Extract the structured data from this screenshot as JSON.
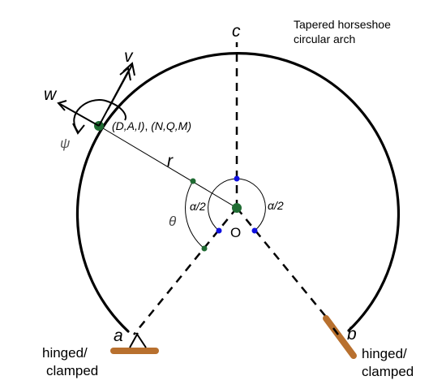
{
  "title_line1": "Tapered horseshoe",
  "title_line2": "circular arch",
  "label_c": "c",
  "label_a": "a",
  "label_b": "b",
  "label_O": "O",
  "label_r": "r",
  "label_v": "v",
  "label_w": "w",
  "label_psi": "ψ",
  "label_theta": "θ",
  "label_alpha_half_left": "α/2",
  "label_alpha_half_right": "α/2",
  "point_label_part1": "(D,A,I)",
  "point_label_sep": ", ",
  "point_label_part2": "(N,Q,M)",
  "support_left_line1": "hinged/",
  "support_left_line2": "clamped",
  "support_right_line1": "hinged/",
  "support_right_line2": "clamped",
  "colors": {
    "arch": "#000000",
    "support": "#b8702e",
    "node_green": "#1f6b32",
    "node_blue": "#1010e0"
  }
}
